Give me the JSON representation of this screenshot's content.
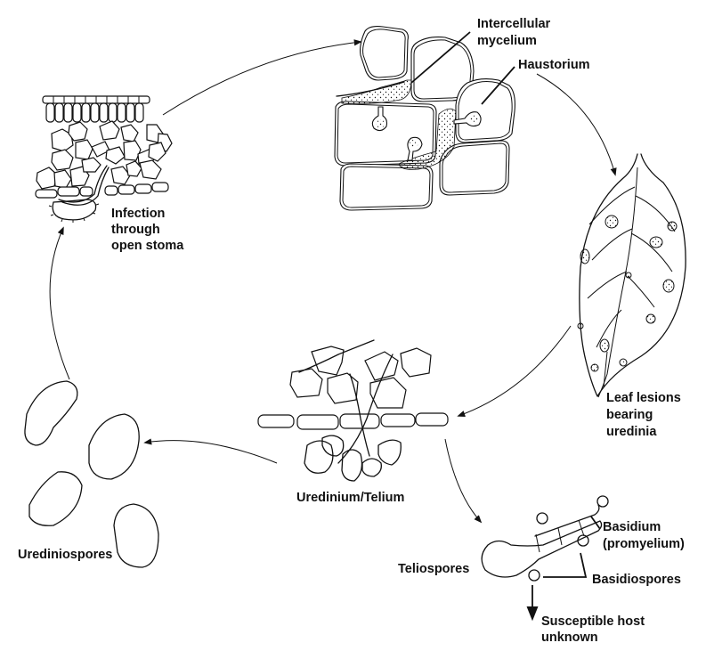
{
  "diagram": {
    "type": "disease life cycle",
    "labels": {
      "intercellular_mycelium": [
        "Intercellular",
        "mycelium"
      ],
      "haustorium": "Haustorium",
      "infection": [
        "Infection",
        "through",
        "open stoma"
      ],
      "leaf_lesions": [
        "Leaf lesions",
        "bearing",
        "uredinia"
      ],
      "uredinium_telium": "Uredinium/Telium",
      "urediniospores": "Urediniospores",
      "teliospores": "Teliospores",
      "basidium": [
        "Basidium",
        "(promyelium)"
      ],
      "basidiospores": "Basidiospores",
      "susceptible_host": [
        "Susceptible host",
        "unknown"
      ]
    },
    "stages": [
      "Infection through open stoma",
      "Intercellular mycelium with haustoria",
      "Leaf lesions bearing uredinia",
      "Uredinium/Telium",
      "Urediniospores",
      "Teliospores",
      "Basidium (promyelium)",
      "Basidiospores"
    ],
    "flow": [
      {
        "from": "Infection through open stoma",
        "to": "Intercellular mycelium"
      },
      {
        "from": "Intercellular mycelium",
        "to": "Leaf lesions bearing uredinia"
      },
      {
        "from": "Leaf lesions bearing uredinia",
        "to": "Uredinium/Telium"
      },
      {
        "from": "Uredinium/Telium",
        "to": "Urediniospores"
      },
      {
        "from": "Urediniospores",
        "to": "Infection through open stoma"
      },
      {
        "from": "Uredinium/Telium",
        "to": "Teliospores"
      },
      {
        "from": "Basidiospores",
        "to": "Susceptible host unknown"
      }
    ]
  }
}
